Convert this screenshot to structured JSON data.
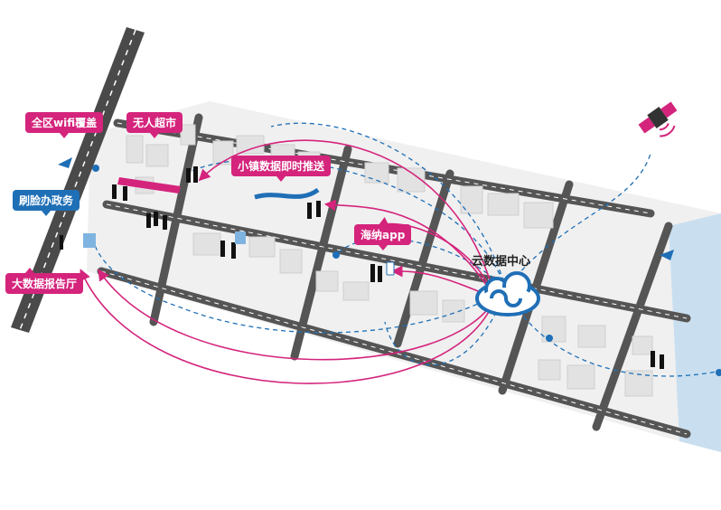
{
  "labels": {
    "wifi": "全区wifi覆盖",
    "supermarket": "无人超市",
    "push": "小镇数据即时推送",
    "face_gov": "刷脸办政务",
    "app": "海纳app",
    "big_data": "大数据报告厅",
    "cloud_center": "云数据中心"
  },
  "colors": {
    "pink": "#d4247c",
    "blue": "#1f6fb6",
    "road": "#4a4a4a",
    "block": "#e9e9e9",
    "river": "#c9dff0"
  },
  "icons": [
    "satellite-icon",
    "antenna-icon",
    "cloud-icon",
    "wifi-pin-icon",
    "phone-icon"
  ]
}
